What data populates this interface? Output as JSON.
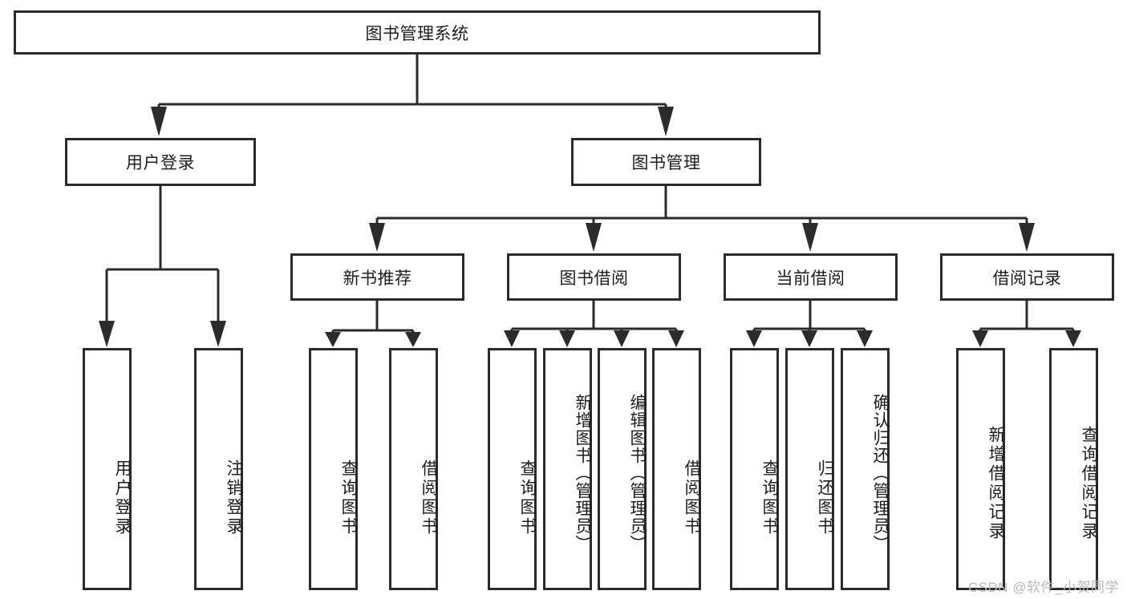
{
  "diagram": {
    "title": "图书管理系统",
    "type": "tree-hierarchy-chart",
    "watermark": "CSDN @软件_小贺同学",
    "colors": {
      "stroke": "#2b2b2b",
      "fill": "#ffffff",
      "text": "#1d1d1d",
      "watermark": "#b9b9b9"
    },
    "root": {
      "label": "图书管理系统"
    },
    "level2": [
      {
        "label": "用户登录"
      },
      {
        "label": "图书管理"
      }
    ],
    "level3": [
      {
        "label": "新书推荐"
      },
      {
        "label": "图书借阅"
      },
      {
        "label": "当前借阅"
      },
      {
        "label": "借阅记录"
      }
    ],
    "leaves": {
      "user_login": [
        {
          "label": "用户登录"
        },
        {
          "label": "注销登录"
        }
      ],
      "new_book_recommend": [
        {
          "label": "查询图书"
        },
        {
          "label": "借阅图书"
        }
      ],
      "book_borrow": [
        {
          "label": "查询图书"
        },
        {
          "label": "新增图书（管理员）"
        },
        {
          "label": "编辑图书（管理员）"
        },
        {
          "label": "借阅图书"
        }
      ],
      "current_borrow": [
        {
          "label": "查询图书"
        },
        {
          "label": "归还图书"
        },
        {
          "label": "确认归还（管理员）"
        }
      ],
      "borrow_record": [
        {
          "label": "新增借阅记录"
        },
        {
          "label": "查询借阅记录"
        }
      ]
    }
  }
}
